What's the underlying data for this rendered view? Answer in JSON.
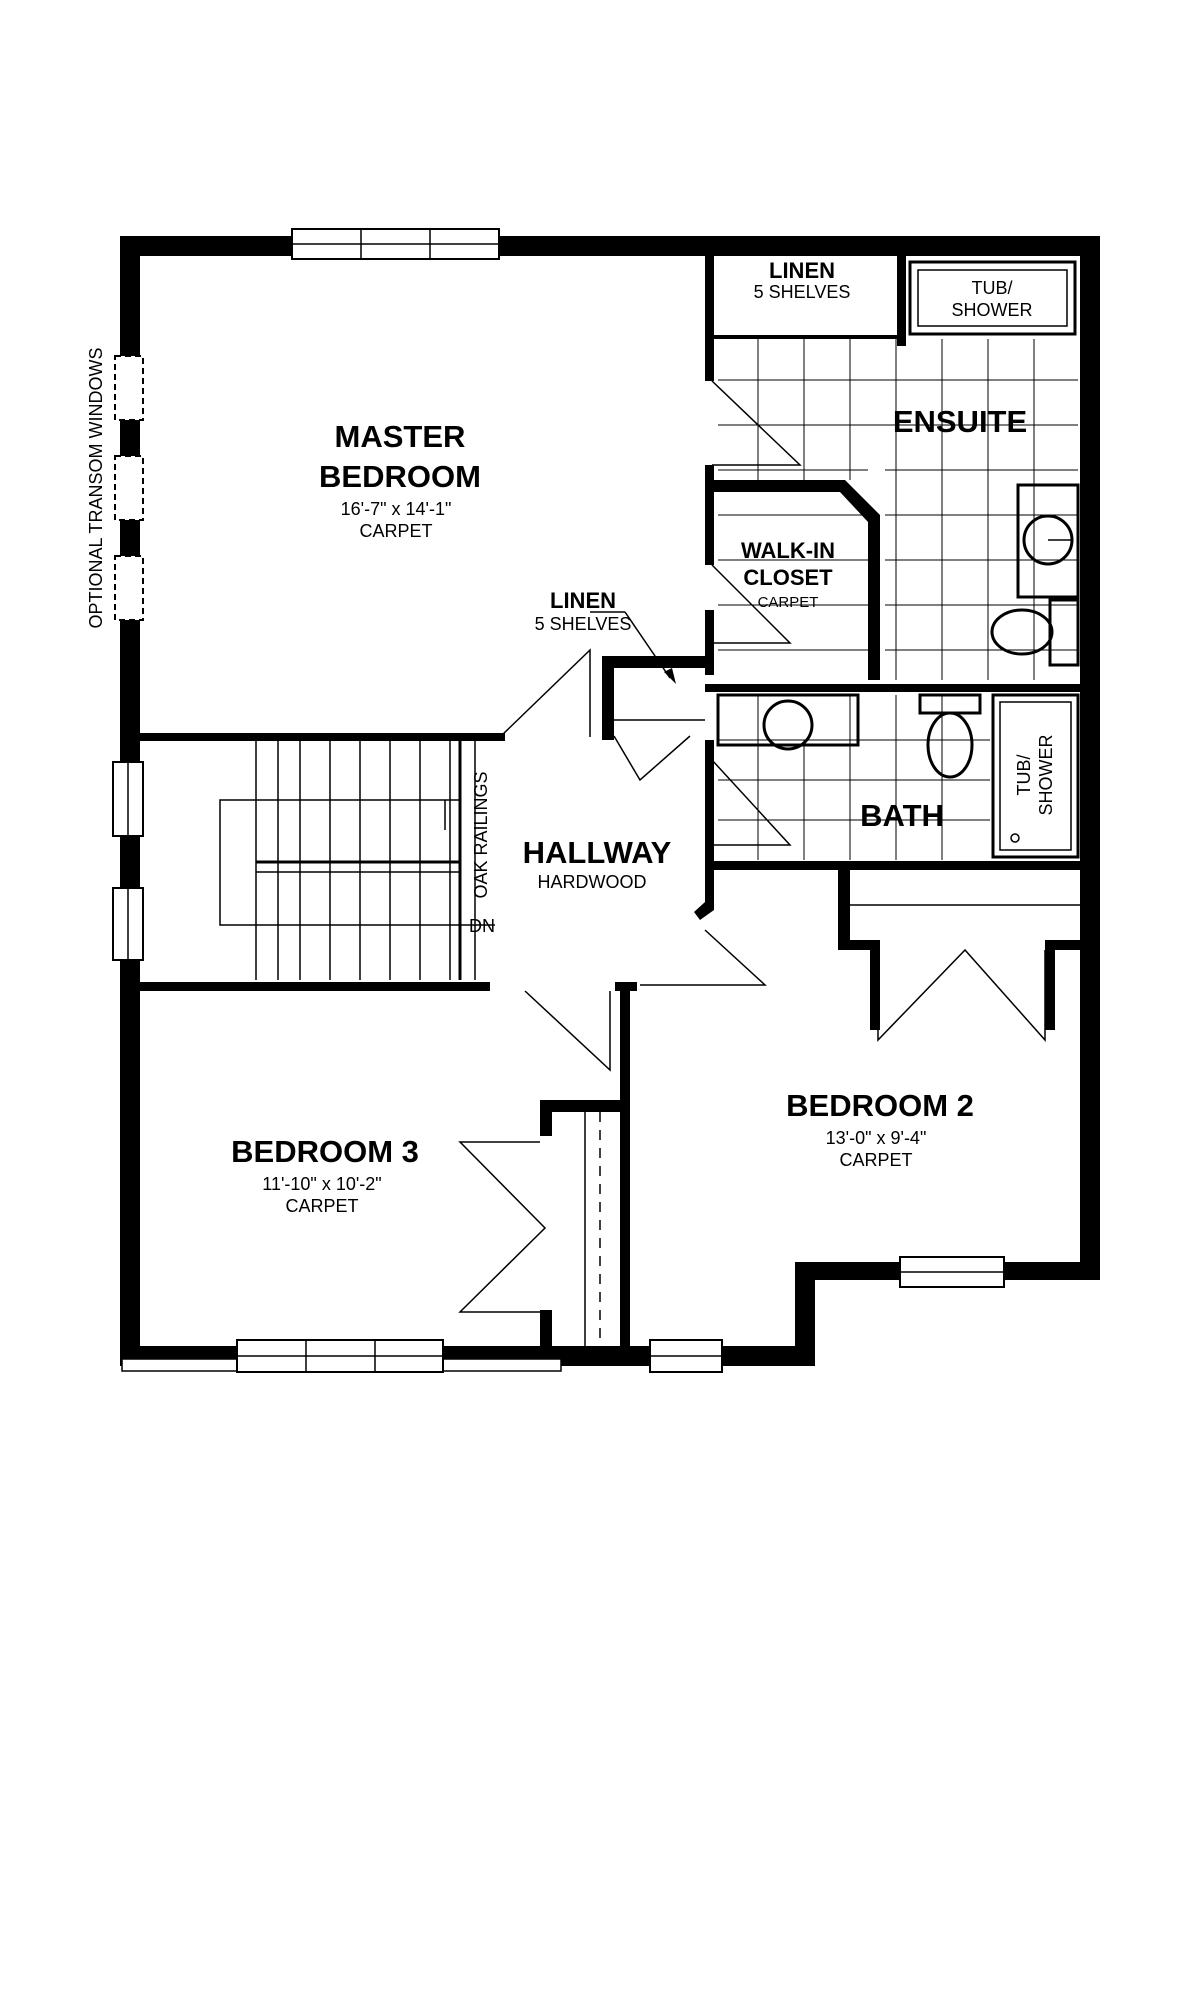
{
  "rooms": {
    "master": {
      "name_line1": "MASTER",
      "name_line2": "BEDROOM",
      "dims": "16'-7\" x 14'-1\"",
      "floor": "CARPET"
    },
    "linen_top": {
      "name": "LINEN",
      "shelves": "5 SHELVES"
    },
    "tub_top": {
      "line1": "TUB/",
      "line2": "SHOWER"
    },
    "ensuite": {
      "name": "ENSUITE"
    },
    "walkin": {
      "line1": "WALK-IN",
      "line2": "CLOSET",
      "floor": "CARPET"
    },
    "linen_mid": {
      "name": "LINEN",
      "shelves": "5 SHELVES"
    },
    "bath": {
      "name": "BATH"
    },
    "tub_bath": {
      "line1": "TUB/",
      "line2": "SHOWER"
    },
    "hallway": {
      "name": "HALLWAY",
      "floor": "HARDWOOD"
    },
    "bedroom2": {
      "name": "BEDROOM 2",
      "dims": "13'-0\" x 9'-4\"",
      "floor": "CARPET"
    },
    "bedroom3": {
      "name": "BEDROOM 3",
      "dims": "11'-10\" x 10'-2\"",
      "floor": "CARPET"
    }
  },
  "annotations": {
    "transom": "OPTIONAL TRANSOM WINDOWS",
    "railings": "OAK RAILINGS",
    "stairs_down": "DN"
  },
  "colors": {
    "wall": "#000000",
    "background": "#ffffff"
  }
}
